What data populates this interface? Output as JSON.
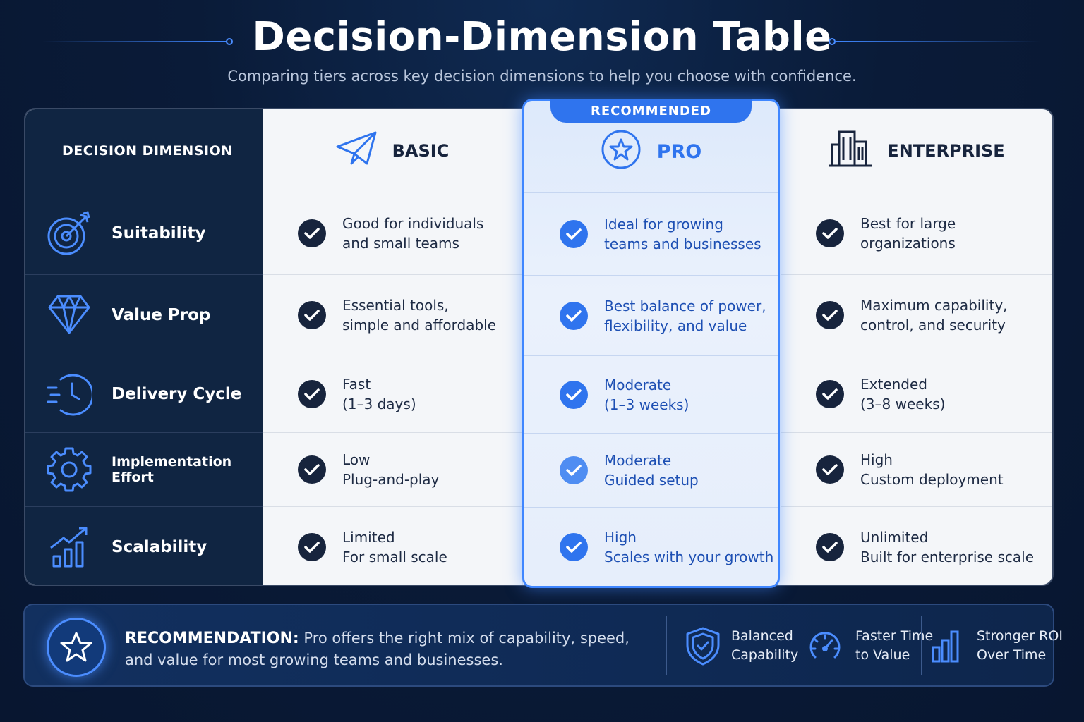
{
  "header": {
    "title": "Decision-Dimension Table",
    "subtitle": "Comparing tiers across key decision dimensions to help you choose with confidence."
  },
  "table": {
    "dimension_header": "DECISION DIMENSION",
    "recommended_badge": "RECOMMENDED",
    "tiers": [
      {
        "name": "BASIC",
        "icon": "paper-plane-icon"
      },
      {
        "name": "PRO",
        "icon": "star-circle-icon"
      },
      {
        "name": "ENTERPRISE",
        "icon": "buildings-icon"
      }
    ],
    "rows": [
      {
        "dimension": "Suitability",
        "icon": "target-icon",
        "basic": [
          "Good for individuals",
          "and small teams"
        ],
        "pro": [
          "Ideal for growing",
          "teams and businesses"
        ],
        "enterprise": [
          "Best for large",
          "organizations"
        ]
      },
      {
        "dimension": "Value Prop",
        "icon": "diamond-icon",
        "basic": [
          "Essential tools,",
          "simple and affordable"
        ],
        "pro": [
          "Best balance of power,",
          "flexibility, and value"
        ],
        "enterprise": [
          "Maximum capability,",
          "control, and security"
        ]
      },
      {
        "dimension": "Delivery Cycle",
        "icon": "clock-icon",
        "basic": [
          "Fast",
          "(1–3 days)"
        ],
        "pro": [
          "Moderate",
          "(1–3 weeks)"
        ],
        "enterprise": [
          "Extended",
          "(3–8 weeks)"
        ]
      },
      {
        "dimension": "Implementation Effort",
        "icon": "gear-icon",
        "basic": [
          "Low",
          "Plug-and-play"
        ],
        "pro": [
          "Moderate",
          "Guided setup"
        ],
        "enterprise": [
          "High",
          "Custom deployment"
        ]
      },
      {
        "dimension": "Scalability",
        "icon": "growth-chart-icon",
        "basic": [
          "Limited",
          "For small scale"
        ],
        "pro": [
          "High",
          "Scales with your growth"
        ],
        "enterprise": [
          "Unlimited",
          "Built for enterprise scale"
        ]
      }
    ]
  },
  "recommendation": {
    "label": "RECOMMENDATION:",
    "text": "Pro offers the right mix of capability, speed, and value for most growing teams and businesses.",
    "icon": "star-icon",
    "benefits": [
      {
        "line1": "Balanced",
        "line2": "Capability",
        "icon": "shield-check-icon"
      },
      {
        "line1": "Faster Time",
        "line2": "to Value",
        "icon": "speedometer-icon"
      },
      {
        "line1": "Stronger ROI",
        "line2": "Over Time",
        "icon": "bar-chart-icon"
      }
    ]
  },
  "colors": {
    "background": "#0a1b38",
    "dimension_column": "#102542",
    "accent": "#2f74ee",
    "check_dark": "#17243d",
    "pro_text": "#1d4fb3"
  }
}
